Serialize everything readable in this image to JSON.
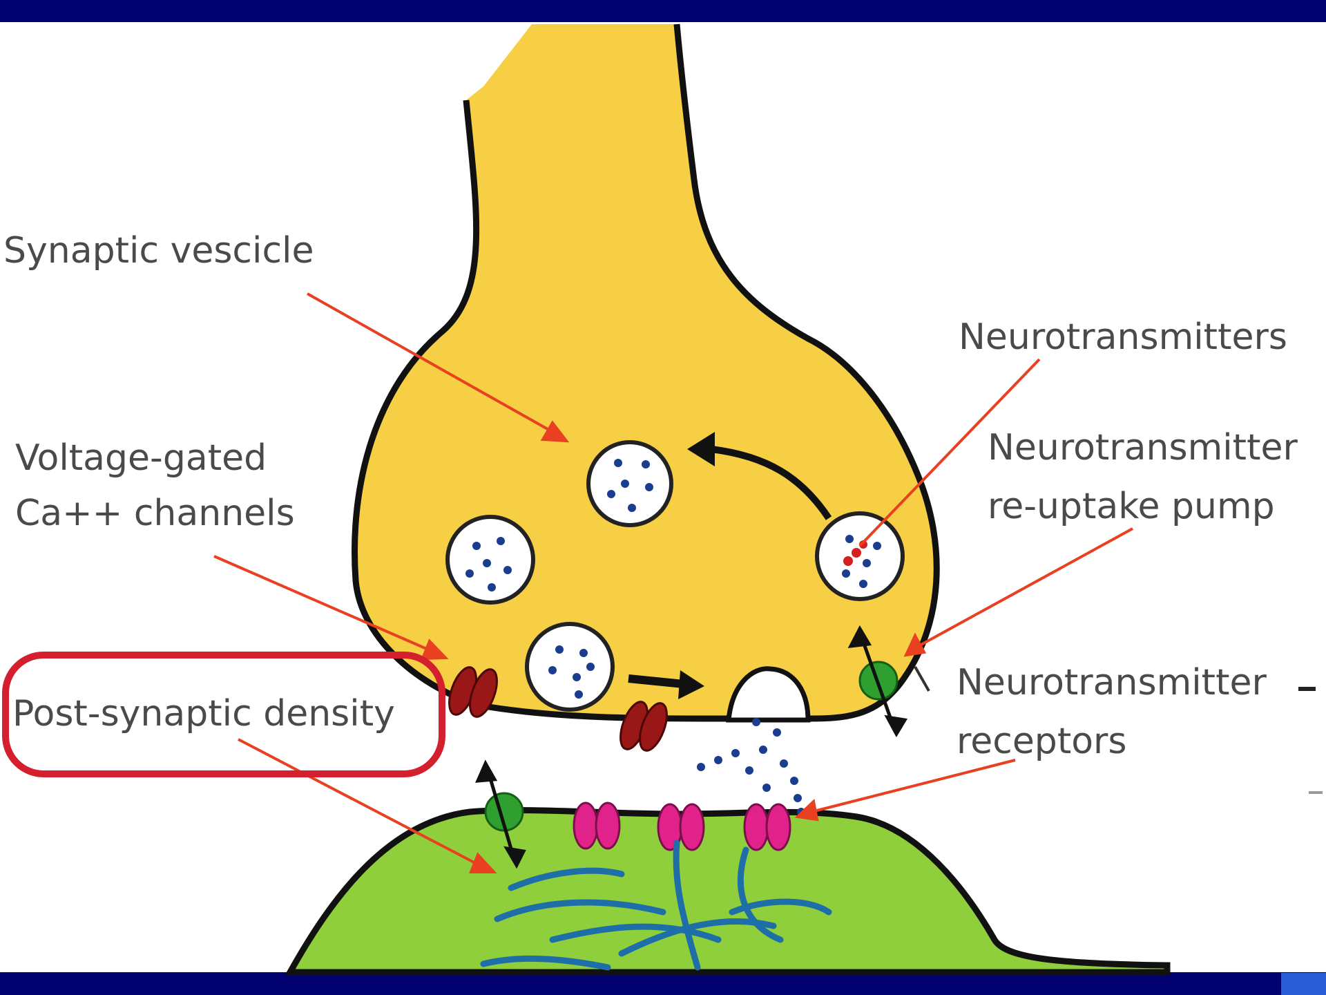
{
  "colors": {
    "frame": "#00006e",
    "canvas": "#ffffff",
    "presynaptic": "#f7cf45",
    "postsynaptic": "#8fcf3c",
    "label_text": "#4a4a4a",
    "pointer": "#e84020",
    "highlight": "#d4202e",
    "ca_channel": "#9a1717",
    "receptor": "#e0228a",
    "pump": "#2fa02f",
    "cytoskeleton": "#1e6fa8"
  },
  "labels": {
    "synaptic_vesicle": "Synaptic vescicle",
    "voltage_gated_line1": "Voltage-gated",
    "voltage_gated_line2": "Ca++ channels",
    "post_synaptic_density": "Post-synaptic density",
    "neurotransmitters": "Neurotransmitters",
    "reuptake_line1": "Neurotransmitter",
    "reuptake_line2": "re-uptake pump",
    "receptors_line1": "Neurotransmitter",
    "receptors_line2": "receptors"
  },
  "highlighted_label": "Post-synaptic density"
}
